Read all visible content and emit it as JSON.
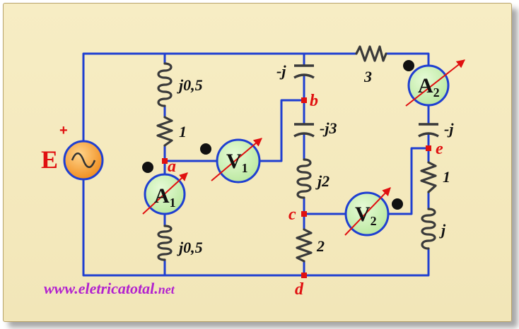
{
  "source": {
    "label": "E",
    "polarity": "+"
  },
  "labels": {
    "l_top_left": "j0,5",
    "r_left": "1",
    "l_bottom_left": "j0,5",
    "c_top_mid": "-j",
    "c_mid": "-j3",
    "l_mid": "j2",
    "r_mid": "2",
    "r_top": "3",
    "c_right": "-j",
    "r_right": "1",
    "l_right": "j"
  },
  "meters": {
    "a1": {
      "main": "A",
      "sub": "1"
    },
    "a2": {
      "main": "A",
      "sub": "2"
    },
    "v1": {
      "main": "V",
      "sub": "1"
    },
    "v2": {
      "main": "V",
      "sub": "2"
    }
  },
  "nodes": {
    "a": "a",
    "b": "b",
    "c": "c",
    "d": "d",
    "e": "e"
  },
  "website": {
    "main": "www.eletricatotal.",
    "suffix": "net"
  },
  "colors": {
    "wire": "#1f3fd1",
    "node": "#e01010",
    "meter_fill": "#cdf2b2",
    "meter_stroke": "#1f3fd1",
    "arrow": "#e01010",
    "source_fill": "#f5a43a",
    "website": "#b222cf"
  }
}
